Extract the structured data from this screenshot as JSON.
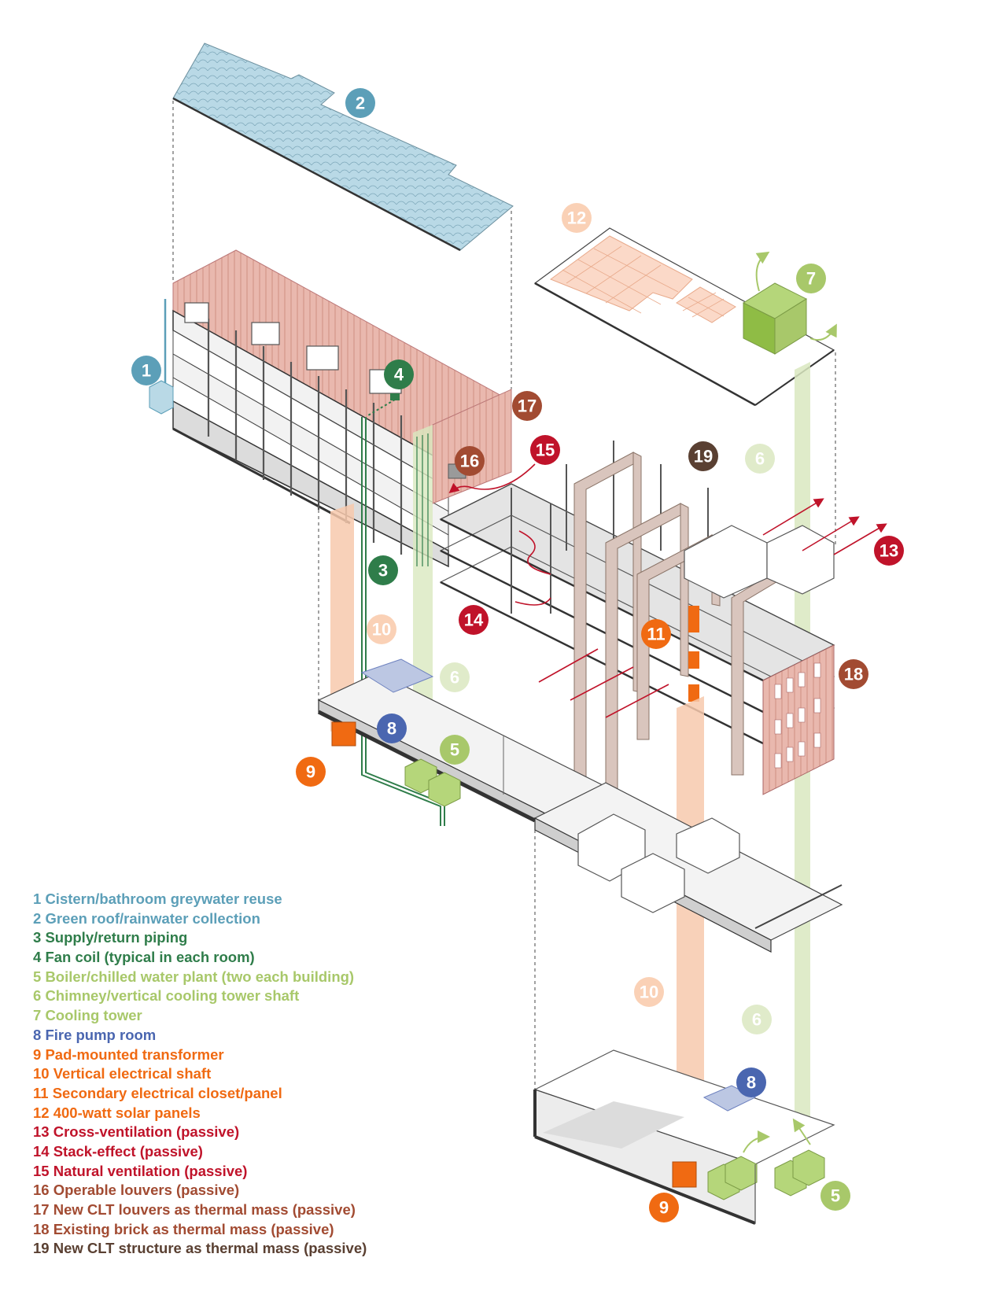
{
  "colors": {
    "c1": "#5c9fb8",
    "c2": "#5c9fb8",
    "c3": "#2f7d4a",
    "c4": "#2f7d4a",
    "c5": "#a8c86a",
    "c6": "#a8c86a",
    "c7": "#a8c86a",
    "c8": "#4a66b0",
    "c9": "#f06a12",
    "c10": "#f06a12",
    "c11": "#f06a12",
    "c12": "#f06a12",
    "c13": "#c0132a",
    "c14": "#c0132a",
    "c15": "#c0132a",
    "c16": "#a24b32",
    "c17": "#a24b32",
    "c18": "#a24b32",
    "c19": "#5a4032",
    "roof_blue": "#b9d9e6",
    "brick": "#e9b8ae",
    "solar": "#fbd9c8",
    "shaft_orange": "#f7c9ad",
    "shaft_green": "#d9e8bf",
    "clt": "#d9c5bd"
  },
  "badges": {
    "b1": "1",
    "b2": "2",
    "b3": "3",
    "b4": "4",
    "b5": "5",
    "b6": "6",
    "b7": "7",
    "b8": "8",
    "b9": "9",
    "b10": "10",
    "b11": "11",
    "b12": "12",
    "b13": "13",
    "b14": "14",
    "b15": "15",
    "b16": "16",
    "b17": "17",
    "b18": "18",
    "b19": "19"
  },
  "legend": [
    {
      "num": "1",
      "label": "Cistern/bathroom greywater reuse",
      "color": "#5c9fb8"
    },
    {
      "num": "2",
      "label": "Green roof/rainwater collection",
      "color": "#5c9fb8"
    },
    {
      "num": "3",
      "label": "Supply/return piping",
      "color": "#2f7d4a"
    },
    {
      "num": "4",
      "label": "Fan coil (typical in each room)",
      "color": "#2f7d4a"
    },
    {
      "num": "5",
      "label": "Boiler/chilled water plant (two each building)",
      "color": "#a8c86a"
    },
    {
      "num": "6",
      "label": "Chimney/vertical cooling tower shaft",
      "color": "#a8c86a"
    },
    {
      "num": "7",
      "label": "Cooling tower",
      "color": "#a8c86a"
    },
    {
      "num": "8",
      "label": "Fire pump room",
      "color": "#4a66b0"
    },
    {
      "num": "9",
      "label": "Pad-mounted transformer",
      "color": "#f06a12"
    },
    {
      "num": "10",
      "label": "Vertical electrical shaft",
      "color": "#f06a12"
    },
    {
      "num": "11",
      "label": "Secondary electrical closet/panel",
      "color": "#f06a12"
    },
    {
      "num": "12",
      "label": "400-watt solar panels",
      "color": "#f06a12"
    },
    {
      "num": "13",
      "label": "Cross-ventilation (passive)",
      "color": "#c0132a"
    },
    {
      "num": "14",
      "label": "Stack-effect (passive)",
      "color": "#c0132a"
    },
    {
      "num": "15",
      "label": "Natural ventilation (passive)",
      "color": "#c0132a"
    },
    {
      "num": "16",
      "label": "Operable louvers (passive)",
      "color": "#a24b32"
    },
    {
      "num": "17",
      "label": "New CLT louvers as thermal mass (passive)",
      "color": "#a24b32"
    },
    {
      "num": "18",
      "label": "Existing brick as thermal mass (passive)",
      "color": "#a24b32"
    },
    {
      "num": "19",
      "label": "New CLT structure as thermal mass (passive)",
      "color": "#5a4032"
    }
  ]
}
